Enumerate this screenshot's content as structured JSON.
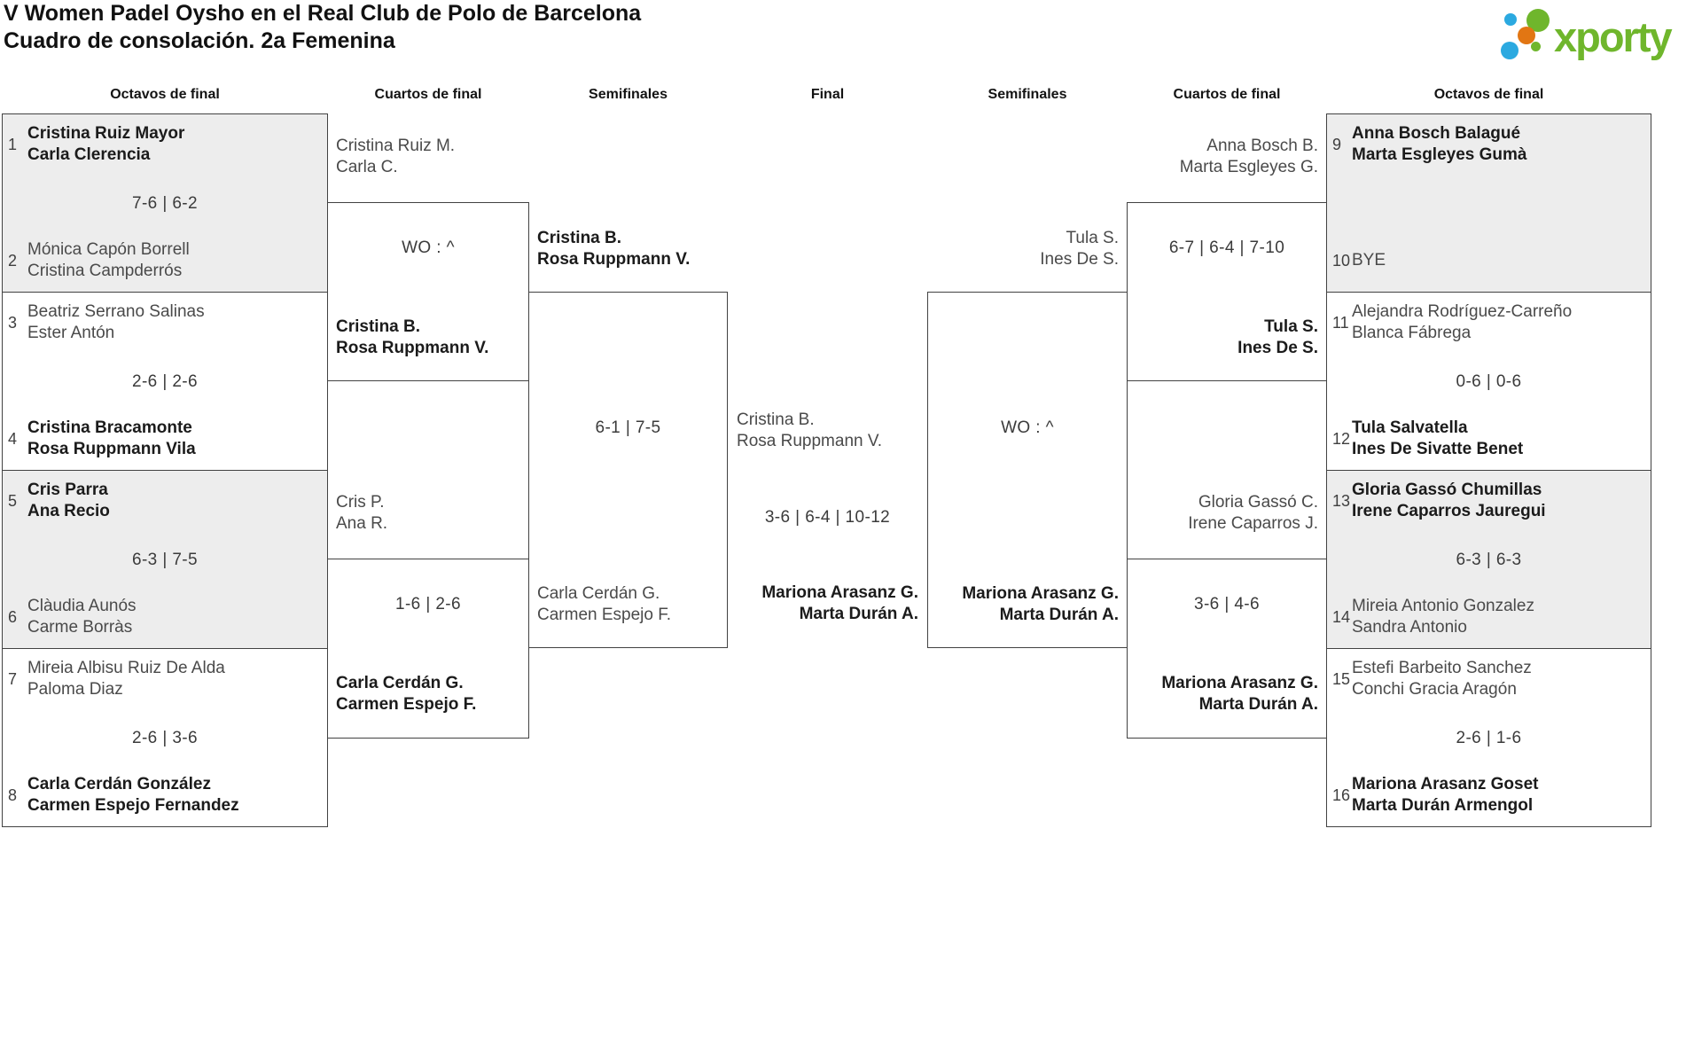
{
  "title": {
    "line1": "V Women Padel Oysho en el Real Club de Polo de Barcelona",
    "line2": "Cuadro de consolación. 2a Femenina"
  },
  "logo": {
    "text": "xporty"
  },
  "colors": {
    "logo_green": "#6fb62c",
    "logo_blue": "#2ba9e0",
    "logo_orange": "#e27613",
    "box_fill": "#ededed",
    "box_line": "#424242",
    "winner_text": "#1b1b1b",
    "loser_text": "#4a4a4a"
  },
  "round_headers": {
    "left_r16": "Octavos de final",
    "left_qf": "Cuartos de final",
    "left_sf": "Semifinales",
    "final": "Final",
    "right_sf": "Semifinales",
    "right_qf": "Cuartos de final",
    "right_r16": "Octavos de final"
  },
  "bracket": {
    "r16_left": [
      {
        "s1": "1",
        "t1": [
          "Cristina Ruiz Mayor",
          "Carla Clerencia"
        ],
        "score": "7-6 | 6-2",
        "s2": "2",
        "t2": [
          "Mónica Capón Borrell",
          "Cristina Campderrós"
        ],
        "winner": "top"
      },
      {
        "s1": "3",
        "t1": [
          "Beatriz Serrano Salinas",
          "Ester Antón"
        ],
        "score": "2-6 | 2-6",
        "s2": "4",
        "t2": [
          "Cristina Bracamonte",
          "Rosa Ruppmann Vila"
        ],
        "winner": "bottom"
      },
      {
        "s1": "5",
        "t1": [
          "Cris Parra",
          "Ana Recio"
        ],
        "score": "6-3 | 7-5",
        "s2": "6",
        "t2": [
          "Clàudia Aunós",
          "Carme Borràs"
        ],
        "winner": "top"
      },
      {
        "s1": "7",
        "t1": [
          "Mireia Albisu Ruiz De Alda",
          "Paloma Diaz"
        ],
        "score": "2-6 | 3-6",
        "s2": "8",
        "t2": [
          "Carla Cerdán González",
          "Carmen Espejo Fernandez"
        ],
        "winner": "bottom"
      }
    ],
    "r16_right": [
      {
        "s1": "9",
        "t1": [
          "Anna Bosch Balagué",
          "Marta Esgleyes Gumà"
        ],
        "score": "",
        "s2": "10",
        "t2": [
          "BYE"
        ],
        "winner": "top"
      },
      {
        "s1": "11",
        "t1": [
          "Alejandra Rodríguez-Carreño",
          "Blanca Fábrega"
        ],
        "score": "0-6 | 0-6",
        "s2": "12",
        "t2": [
          "Tula Salvatella",
          "Ines De Sivatte Benet"
        ],
        "winner": "bottom"
      },
      {
        "s1": "13",
        "t1": [
          "Gloria Gassó Chumillas",
          "Irene Caparros Jauregui"
        ],
        "score": "6-3 | 6-3",
        "s2": "14",
        "t2": [
          "Mireia Antonio Gonzalez",
          "Sandra Antonio"
        ],
        "winner": "top"
      },
      {
        "s1": "15",
        "t1": [
          "Estefi Barbeito Sanchez",
          "Conchi Gracia Aragón"
        ],
        "score": "2-6 | 1-6",
        "s2": "16",
        "t2": [
          "Mariona Arasanz Goset",
          "Marta Durán Armengol"
        ],
        "winner": "bottom"
      }
    ],
    "qf_left": [
      {
        "t1": [
          "Cristina Ruiz M.",
          "Carla C."
        ],
        "score": "WO : ^",
        "t2": [
          "Cristina B.",
          "Rosa Ruppmann V."
        ],
        "winner": "bottom"
      },
      {
        "t1": [
          "Cris P.",
          "Ana R."
        ],
        "score": "1-6 | 2-6",
        "t2": [
          "Carla Cerdán G.",
          "Carmen Espejo F."
        ],
        "winner": "bottom"
      }
    ],
    "qf_right": [
      {
        "t1": [
          "Anna Bosch B.",
          "Marta Esgleyes G."
        ],
        "score": "6-7 | 6-4 | 7-10",
        "t2": [
          "Tula S.",
          "Ines De S."
        ],
        "winner": "bottom"
      },
      {
        "t1": [
          "Gloria Gassó C.",
          "Irene Caparros J."
        ],
        "score": "3-6 | 4-6",
        "t2": [
          "Mariona Arasanz G.",
          "Marta Durán A."
        ],
        "winner": "bottom"
      }
    ],
    "sf_left": {
      "t1": [
        "Cristina B.",
        "Rosa Ruppmann V."
      ],
      "score": "6-1 | 7-5",
      "t2": [
        "Carla Cerdán G.",
        "Carmen Espejo F."
      ],
      "winner": "top"
    },
    "sf_right": {
      "t1": [
        "Tula S.",
        "Ines De S."
      ],
      "score": "WO : ^",
      "t2": [
        "Mariona Arasanz G.",
        "Marta Durán A."
      ],
      "winner": "bottom"
    },
    "final": {
      "t1": [
        "Cristina B.",
        "Rosa Ruppmann V."
      ],
      "score": "3-6 | 6-4 | 10-12",
      "t2": [
        "Mariona Arasanz G.",
        "Marta Durán A."
      ],
      "winner": "bottom"
    }
  }
}
